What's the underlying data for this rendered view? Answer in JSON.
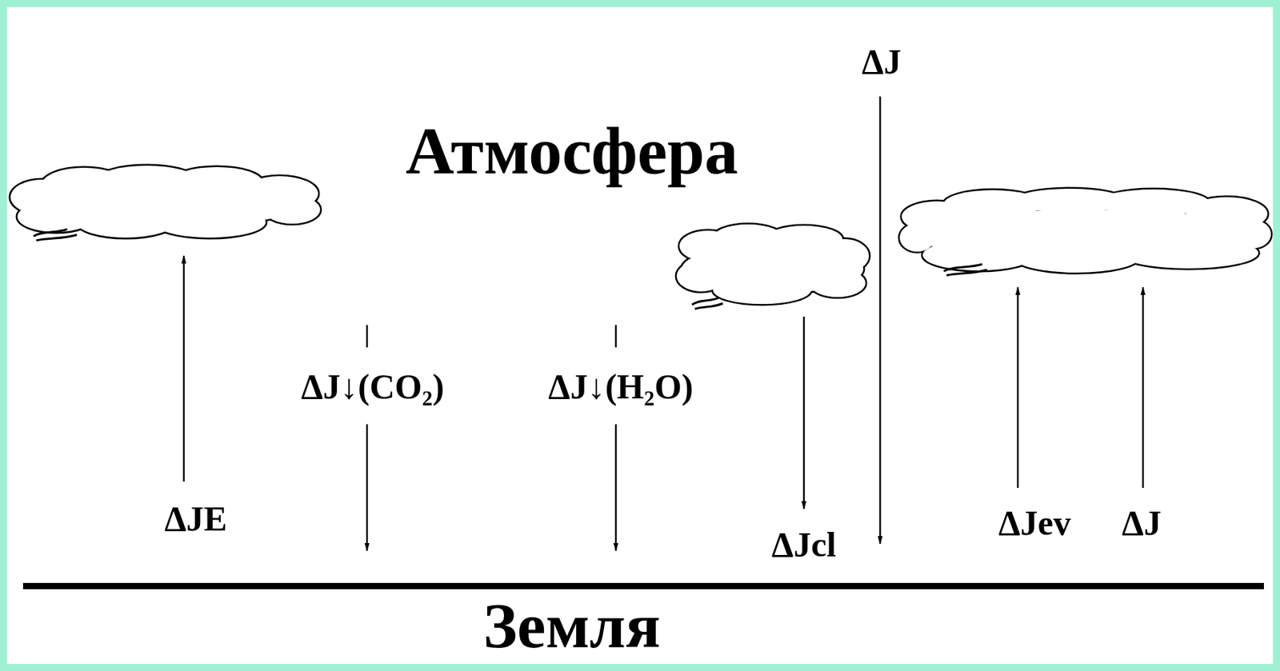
{
  "diagram": {
    "labels": [
      "ΔJ",
      "Атмосфера",
      "ΔJE",
      "ΔJ↓(CO₂)",
      "ΔJ↓(H₂O)",
      "ΔJcl",
      "ΔJev",
      "ΔJ",
      "Земля"
    ]
  }
}
